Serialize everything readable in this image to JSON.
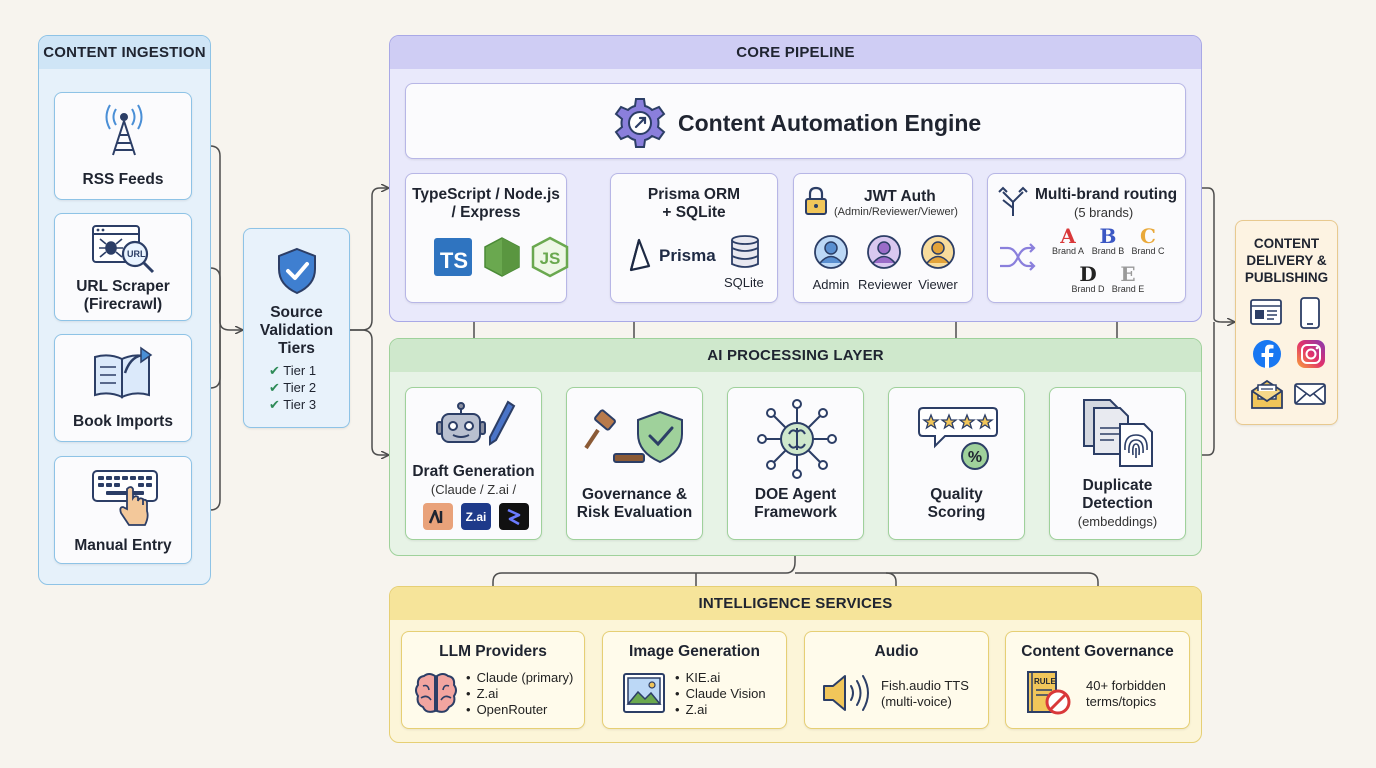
{
  "ingestion": {
    "title": "CONTENT INGESTION",
    "items": [
      {
        "label": "RSS Feeds"
      },
      {
        "label": "URL Scraper\n(Firecrawl)"
      },
      {
        "label": "Book Imports"
      },
      {
        "label": "Manual Entry"
      }
    ],
    "url_badge": "URL"
  },
  "validation": {
    "title": "Source\nValidation\nTiers",
    "tiers": [
      "Tier 1",
      "Tier 2",
      "Tier 3"
    ]
  },
  "core": {
    "title": "CORE PIPELINE",
    "engine": "Content Automation Engine",
    "stack": {
      "title": "TypeScript / Node.js\n/ Express",
      "ts_badge": "TS"
    },
    "orm": {
      "title": "Prisma ORM\n+ SQLite",
      "prisma": "Prisma",
      "sqlite": "SQLite"
    },
    "auth": {
      "title": "JWT Auth",
      "sub": "(Admin/Reviewer/Viewer)",
      "roles": [
        "Admin",
        "Reviewer",
        "Viewer"
      ]
    },
    "routing": {
      "title": "Multi-brand routing",
      "sub": "(5 brands)",
      "brands": [
        {
          "letter": "A",
          "name": "Brand A",
          "color": "#d9383a"
        },
        {
          "letter": "B",
          "name": "Brand B",
          "color": "#3b57c4"
        },
        {
          "letter": "C",
          "name": "Brand C",
          "color": "#e9a93a"
        },
        {
          "letter": "D",
          "name": "Brand D",
          "color": "#222222"
        },
        {
          "letter": "E",
          "name": "Brand E",
          "color": "#9a9a9a"
        }
      ]
    }
  },
  "ai": {
    "title": "AI PROCESSING LAYER",
    "draft": {
      "title": "Draft Generation",
      "sub": "(Claude / Z.ai /",
      "zai_badge": "Z.ai"
    },
    "governance": {
      "title": "Governance &\nRisk Evaluation"
    },
    "doe": {
      "title": "DOE Agent\nFramework"
    },
    "quality": {
      "title": "Quality\nScoring"
    },
    "duplicate": {
      "title": "Duplicate\nDetection",
      "sub": "(embeddings)"
    }
  },
  "delivery": {
    "title": "CONTENT\nDELIVERY &\nPUBLISHING"
  },
  "intel": {
    "title": "INTELLIGENCE SERVICES",
    "llm": {
      "title": "LLM Providers",
      "items": [
        "Claude (primary)",
        "Z.ai",
        "OpenRouter"
      ]
    },
    "image": {
      "title": "Image Generation",
      "items": [
        "KIE.ai",
        "Claude Vision",
        "Z.ai"
      ]
    },
    "audio": {
      "title": "Audio",
      "text": "Fish.audio TTS\n(multi-voice)"
    },
    "gov": {
      "title": "Content Governance",
      "text": "40+ forbidden\nterms/topics",
      "rule_badge": "RULE"
    }
  },
  "colors": {
    "ingestion_bg": "#e6f1fa",
    "ingestion_border": "#8ec3e6",
    "core_bg": "#e9e9fb",
    "core_border": "#a9a8e6",
    "core_head": "#cfcdf4",
    "ai_bg": "#e7f3e6",
    "ai_border": "#9fd19b",
    "ai_head": "#cfe8cc",
    "intel_bg": "#fcf5d8",
    "intel_border": "#e6cf74",
    "intel_head": "#f6e49a",
    "delivery_bg": "#fdf3e2",
    "delivery_border": "#e8c98f"
  }
}
